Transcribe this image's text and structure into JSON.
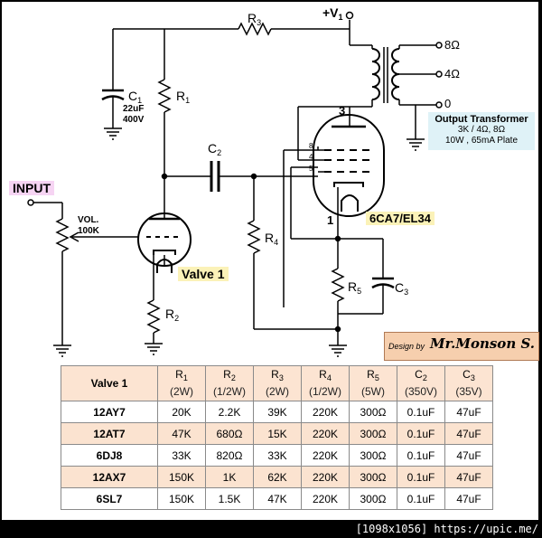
{
  "labels": {
    "input": "INPUT",
    "vol": "VOL.",
    "vol_value": "100K",
    "supply": "+V",
    "supply_sub": "1",
    "r1": "R",
    "r1_sub": "1",
    "r2": "R",
    "r2_sub": "2",
    "r3": "R",
    "r3_sub": "3",
    "r4": "R",
    "r4_sub": "4",
    "r5": "R",
    "r5_sub": "5",
    "c1": "C",
    "c1_sub": "1",
    "c1_value": "22uF",
    "c1_voltage": "400V",
    "c2": "C",
    "c2_sub": "2",
    "c3": "C",
    "c3_sub": "3",
    "valve1": "Valve 1",
    "output_valve": "6CA7/EL34",
    "pin3": "3",
    "pin1": "1",
    "pin8": "8",
    "pin4": "4",
    "pin5": "5",
    "tap_8": "8Ω",
    "tap_4": "4Ω",
    "tap_0": "0"
  },
  "output_transformer": {
    "title": "Output Transformer",
    "line1": "3K / 4Ω, 8Ω",
    "line2": "10W , 65mA Plate"
  },
  "credit": {
    "prefix": "Design by",
    "name": "Mr.Monson S."
  },
  "table": {
    "header": {
      "name": "Valve 1",
      "cols": [
        {
          "sym": "R",
          "sub": "1",
          "rating": "(2W)"
        },
        {
          "sym": "R",
          "sub": "2",
          "rating": "(1/2W)"
        },
        {
          "sym": "R",
          "sub": "3",
          "rating": "(2W)"
        },
        {
          "sym": "R",
          "sub": "4",
          "rating": "(1/2W)"
        },
        {
          "sym": "R",
          "sub": "5",
          "rating": "(5W)"
        },
        {
          "sym": "C",
          "sub": "2",
          "rating": "(350V)"
        },
        {
          "sym": "C",
          "sub": "3",
          "rating": "(35V)"
        }
      ]
    },
    "rows": [
      {
        "name": "12AY7",
        "values": [
          "20K",
          "2.2K",
          "39K",
          "220K",
          "300Ω",
          "0.1uF",
          "47uF"
        ]
      },
      {
        "name": "12AT7",
        "values": [
          "47K",
          "680Ω",
          "15K",
          "220K",
          "300Ω",
          "0.1uF",
          "47uF"
        ]
      },
      {
        "name": "6DJ8",
        "values": [
          "33K",
          "820Ω",
          "33K",
          "220K",
          "300Ω",
          "0.1uF",
          "47uF"
        ]
      },
      {
        "name": "12AX7",
        "values": [
          "150K",
          "1K",
          "62K",
          "220K",
          "300Ω",
          "0.1uF",
          "47uF"
        ]
      },
      {
        "name": "6SL7",
        "values": [
          "150K",
          "1.5K",
          "47K",
          "220K",
          "300Ω",
          "0.1uF",
          "47uF"
        ]
      }
    ]
  },
  "footer": "[1098x1056] https://upic.me/"
}
